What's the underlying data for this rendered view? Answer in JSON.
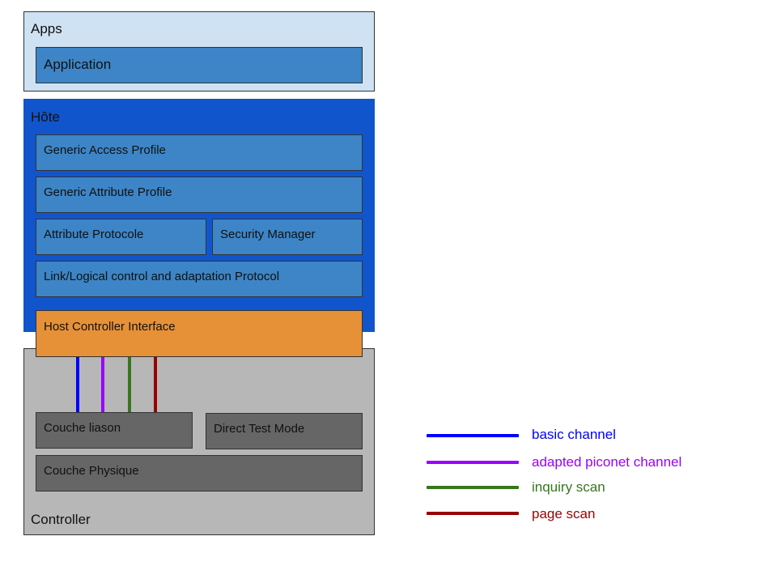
{
  "apps": {
    "title": "Apps",
    "application_label": "Application"
  },
  "host": {
    "title": "Hôte",
    "gap_label": "Generic Access Profile",
    "gatt_label": "Generic Attribute Profile",
    "att_label": "Attribute Protocole",
    "sm_label": "Security Manager",
    "l2cap_label": "Link/Logical control and adaptation Protocol"
  },
  "hci": {
    "label": "Host Controller Interface"
  },
  "controller": {
    "title": "Controller",
    "link_layer_label": "Couche liason",
    "dtm_label": "Direct Test Mode",
    "phy_label": "Couche Physique"
  },
  "legend": {
    "items": [
      {
        "label": "basic channel",
        "color": "#0000ff"
      },
      {
        "label": "adapted piconet channel",
        "color": "#9900ff"
      },
      {
        "label": "inquiry scan",
        "color": "#38761d"
      },
      {
        "label": "page scan",
        "color": "#990000"
      }
    ]
  },
  "colors": {
    "apps_bg": "#cfe2f3",
    "host_bg": "#1155cc",
    "layer_blue": "#3d85c6",
    "hci_orange": "#e69138",
    "controller_bg": "#b7b7b7",
    "controller_layer": "#666666"
  }
}
